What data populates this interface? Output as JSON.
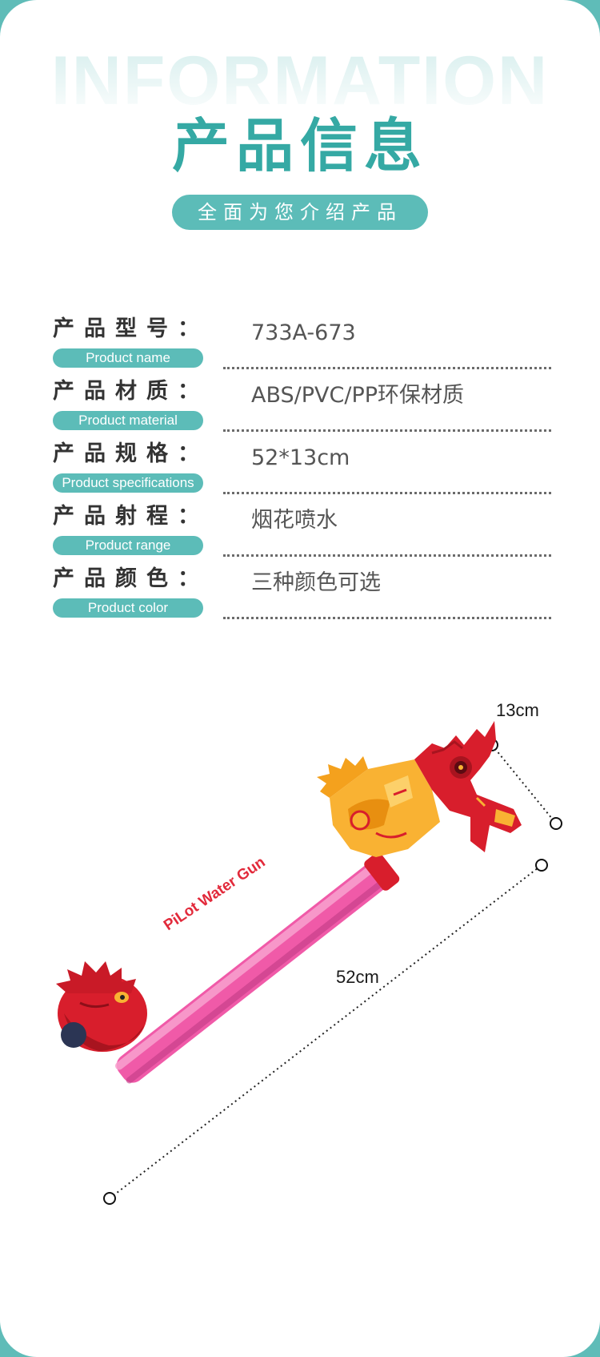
{
  "header": {
    "bg_word": "INFORMATION",
    "title": "产品信息",
    "subtitle": "全面为您介绍产品"
  },
  "specs": [
    {
      "label_cn": "产品型号：",
      "label_en": "Product name",
      "value": "733A-673"
    },
    {
      "label_cn": "产品材质：",
      "label_en": "Product material",
      "value": "ABS/PVC/PP环保材质"
    },
    {
      "label_cn": "产品规格：",
      "label_en": "Product specifications",
      "value": "52*13cm"
    },
    {
      "label_cn": "产品射程：",
      "label_en": "Product range",
      "value": "烟花喷水"
    },
    {
      "label_cn": "产品颜色：",
      "label_en": "Product color",
      "value": "三种颜色可选"
    }
  ],
  "product": {
    "logo_text": "PiLot Water Gun",
    "width_label": "13cm",
    "length_label": "52cm"
  },
  "colors": {
    "accent": "#5cbcb8",
    "title": "#35a9a4",
    "gun_red": "#d81e2c",
    "gun_yellow": "#f9b233",
    "barrel_pink": "#f05aa8"
  }
}
